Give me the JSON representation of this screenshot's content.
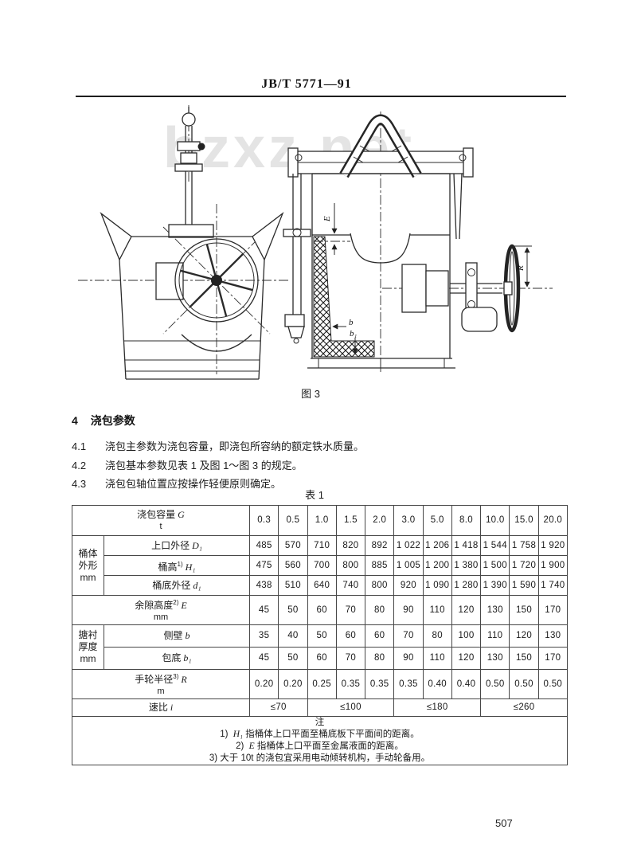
{
  "page": {
    "header_title": "JB/T 5771—91",
    "page_number": "507",
    "watermark": "bzxz.net"
  },
  "figure": {
    "caption": "图 3",
    "dims": {
      "E": "E",
      "R": "R",
      "b": "b",
      "b1": "b₁"
    }
  },
  "section": {
    "number": "4",
    "title": "浇包参数",
    "clauses": [
      {
        "num": "4.1",
        "text": "浇包主参数为浇包容量，即浇包所容纳的额定铁水质量。"
      },
      {
        "num": "4.2",
        "text": "浇包基本参数见表 1 及图 1～图 3 的规定。"
      },
      {
        "num": "4.3",
        "text": "浇包包轴位置应按操作轻便原则确定。"
      }
    ]
  },
  "table": {
    "caption": "表 1",
    "capacity": {
      "label": "浇包容量",
      "var": "G",
      "unit": "t",
      "values": [
        "0.3",
        "0.5",
        "1.0",
        "1.5",
        "2.0",
        "3.0",
        "5.0",
        "8.0",
        "10.0",
        "15.0",
        "20.0"
      ]
    },
    "body_group": "桶体\n外形\nmm",
    "rows_body": [
      {
        "label": "上口外径",
        "var": "D₁",
        "values": [
          "485",
          "570",
          "710",
          "820",
          "892",
          "1 022",
          "1 206",
          "1 418",
          "1 544",
          "1 758",
          "1 920"
        ]
      },
      {
        "label": "桶高",
        "sup": "1)",
        "var": "H₁",
        "values": [
          "475",
          "560",
          "700",
          "800",
          "885",
          "1 005",
          "1 200",
          "1 380",
          "1 500",
          "1 720",
          "1 900"
        ]
      },
      {
        "label": "桶底外径",
        "var": "d₁",
        "values": [
          "438",
          "510",
          "640",
          "740",
          "800",
          "920",
          "1 090",
          "1 280",
          "1 390",
          "1 590",
          "1 740"
        ]
      }
    ],
    "clearance": {
      "label": "余隙高度",
      "sup": "2)",
      "var": "E",
      "unit": "mm",
      "values": [
        "45",
        "50",
        "60",
        "70",
        "80",
        "90",
        "110",
        "120",
        "130",
        "150",
        "170"
      ]
    },
    "lining_group": "搪衬\n厚度\nmm",
    "rows_lining": [
      {
        "label": "侧壁",
        "var": "b",
        "values": [
          "35",
          "40",
          "50",
          "60",
          "60",
          "70",
          "80",
          "100",
          "110",
          "120",
          "130"
        ]
      },
      {
        "label": "包底",
        "var": "b₁",
        "values": [
          "45",
          "50",
          "60",
          "70",
          "80",
          "90",
          "110",
          "120",
          "130",
          "150",
          "170"
        ]
      }
    ],
    "handwheel": {
      "label": "手轮半径",
      "sup": "3)",
      "var": "R",
      "unit": "m",
      "values": [
        "0.20",
        "0.20",
        "0.25",
        "0.35",
        "0.35",
        "0.35",
        "0.40",
        "0.40",
        "0.50",
        "0.50",
        "0.50"
      ]
    },
    "speed": {
      "label": "速比",
      "var": "i",
      "values": [
        "≤70",
        "≤100",
        "≤180",
        "≤260"
      ],
      "colspans": "2,3,3,3"
    },
    "notes": {
      "title": "注",
      "items": [
        {
          "num": "1)",
          "var": "H₁",
          "text": "指桶体上口平面至桶底板下平面间的距离。"
        },
        {
          "num": "2)",
          "var": "E",
          "text": "指桶体上口平面至金属液面的距离。"
        },
        {
          "num": "3)",
          "var": "",
          "text": "大于 10t 的浇包宜采用电动倾转机构，手动轮备用。"
        }
      ]
    }
  }
}
